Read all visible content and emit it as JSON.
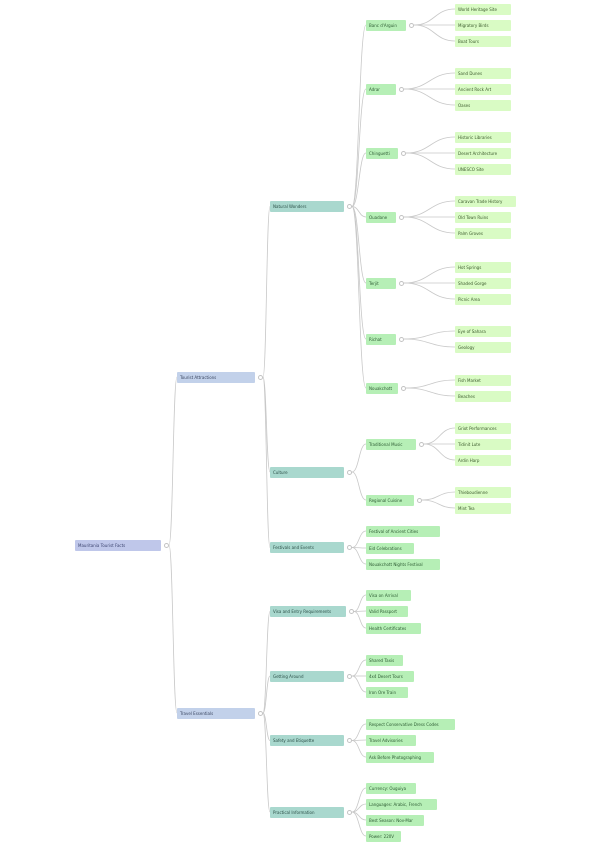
{
  "mindmap": {
    "root": {
      "label": "Mauritania Tourist Facts",
      "children": [
        {
          "label": "Tourist Attractions",
          "children": [
            {
              "label": "Natural Wonders",
              "children": [
                {
                  "label": "Banc d'Arguin",
                  "children": [
                    {
                      "label": "World Heritage Site"
                    },
                    {
                      "label": "Migratory Birds"
                    },
                    {
                      "label": "Boat Tours"
                    }
                  ]
                },
                {
                  "label": "Adrar",
                  "children": [
                    {
                      "label": "Sand Dunes"
                    },
                    {
                      "label": "Ancient Rock Art"
                    },
                    {
                      "label": "Oases"
                    }
                  ]
                },
                {
                  "label": "Chinguetti",
                  "children": [
                    {
                      "label": "Historic Libraries"
                    },
                    {
                      "label": "Desert Architecture"
                    },
                    {
                      "label": "UNESCO Site"
                    }
                  ]
                },
                {
                  "label": "Ouadane",
                  "children": [
                    {
                      "label": "Caravan Trade History"
                    },
                    {
                      "label": "Old Town Ruins"
                    },
                    {
                      "label": "Palm Groves"
                    }
                  ]
                },
                {
                  "label": "Terjit",
                  "children": [
                    {
                      "label": "Hot Springs"
                    },
                    {
                      "label": "Shaded Gorge"
                    },
                    {
                      "label": "Picnic Area"
                    }
                  ]
                },
                {
                  "label": "Richat",
                  "children": [
                    {
                      "label": "Eye of Sahara"
                    },
                    {
                      "label": "Geology"
                    }
                  ]
                },
                {
                  "label": "Nouakchott",
                  "children": [
                    {
                      "label": "Fish Market"
                    },
                    {
                      "label": "Beaches"
                    }
                  ]
                }
              ]
            },
            {
              "label": "Culture",
              "children": [
                {
                  "label": "Traditional Music",
                  "children": [
                    {
                      "label": "Griot Performances"
                    },
                    {
                      "label": "Tidinit Lute"
                    },
                    {
                      "label": "Ardin Harp"
                    }
                  ]
                },
                {
                  "label": "Regional Cuisine",
                  "children": [
                    {
                      "label": "Thieboudienne"
                    },
                    {
                      "label": "Mint Tea"
                    }
                  ]
                }
              ]
            },
            {
              "label": "Festivals and Events",
              "children": [
                {
                  "label": "Festival of Ancient Cities"
                },
                {
                  "label": "Eid Celebrations"
                },
                {
                  "label": "Nouakchott Nights Festival"
                }
              ]
            }
          ]
        },
        {
          "label": "Travel Essentials",
          "children": [
            {
              "label": "Visa and Entry Requirements",
              "children": [
                {
                  "label": "Visa on Arrival"
                },
                {
                  "label": "Valid Passport"
                },
                {
                  "label": "Health Certificates"
                }
              ]
            },
            {
              "label": "Getting Around",
              "children": [
                {
                  "label": "Shared Taxis"
                },
                {
                  "label": "4x4 Desert Tours"
                },
                {
                  "label": "Iron Ore Train"
                }
              ]
            },
            {
              "label": "Safety and Etiquette",
              "children": [
                {
                  "label": "Respect Conservative Dress Codes"
                },
                {
                  "label": "Travel Advisories"
                },
                {
                  "label": "Ask Before Photographing"
                }
              ]
            },
            {
              "label": "Practical Information",
              "children": [
                {
                  "label": "Currency: Ouguiya"
                },
                {
                  "label": "Languages: Arabic, French"
                },
                {
                  "label": "Best Season: Nov-Mar"
                },
                {
                  "label": "Power: 220V"
                }
              ]
            }
          ]
        }
      ]
    }
  }
}
